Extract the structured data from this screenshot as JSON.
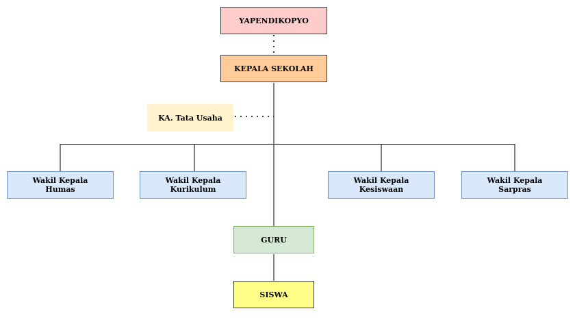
{
  "nodes": {
    "yapendikopyo": {
      "line1": "YAPENDIKOPYO",
      "color": "#ffcccc"
    },
    "kepala_sekolah": {
      "line1": "KEPALA SEKOLAH",
      "color": "#ffcc99"
    },
    "tata_usaha": {
      "line1": "KA. Tata Usaha",
      "color": "#fff2cc"
    },
    "wakil_humas": {
      "line1": "Wakil Kepala",
      "line2": "Humas",
      "color": "#dae8fc"
    },
    "wakil_kurikulum": {
      "line1": "Wakil Kepala",
      "line2": "Kurikulum",
      "color": "#dae8fc"
    },
    "wakil_kesiswaan": {
      "line1": "Wakil Kepala",
      "line2": "Kesiswaan",
      "color": "#dae8fc"
    },
    "wakil_sarpras": {
      "line1": "Wakil Kepala",
      "line2": "Sarpras",
      "color": "#dae8fc"
    },
    "guru": {
      "line1": "GURU",
      "color": "#d5e8d4"
    },
    "siswa": {
      "line1": "SISWA",
      "color": "#ffff88"
    }
  }
}
